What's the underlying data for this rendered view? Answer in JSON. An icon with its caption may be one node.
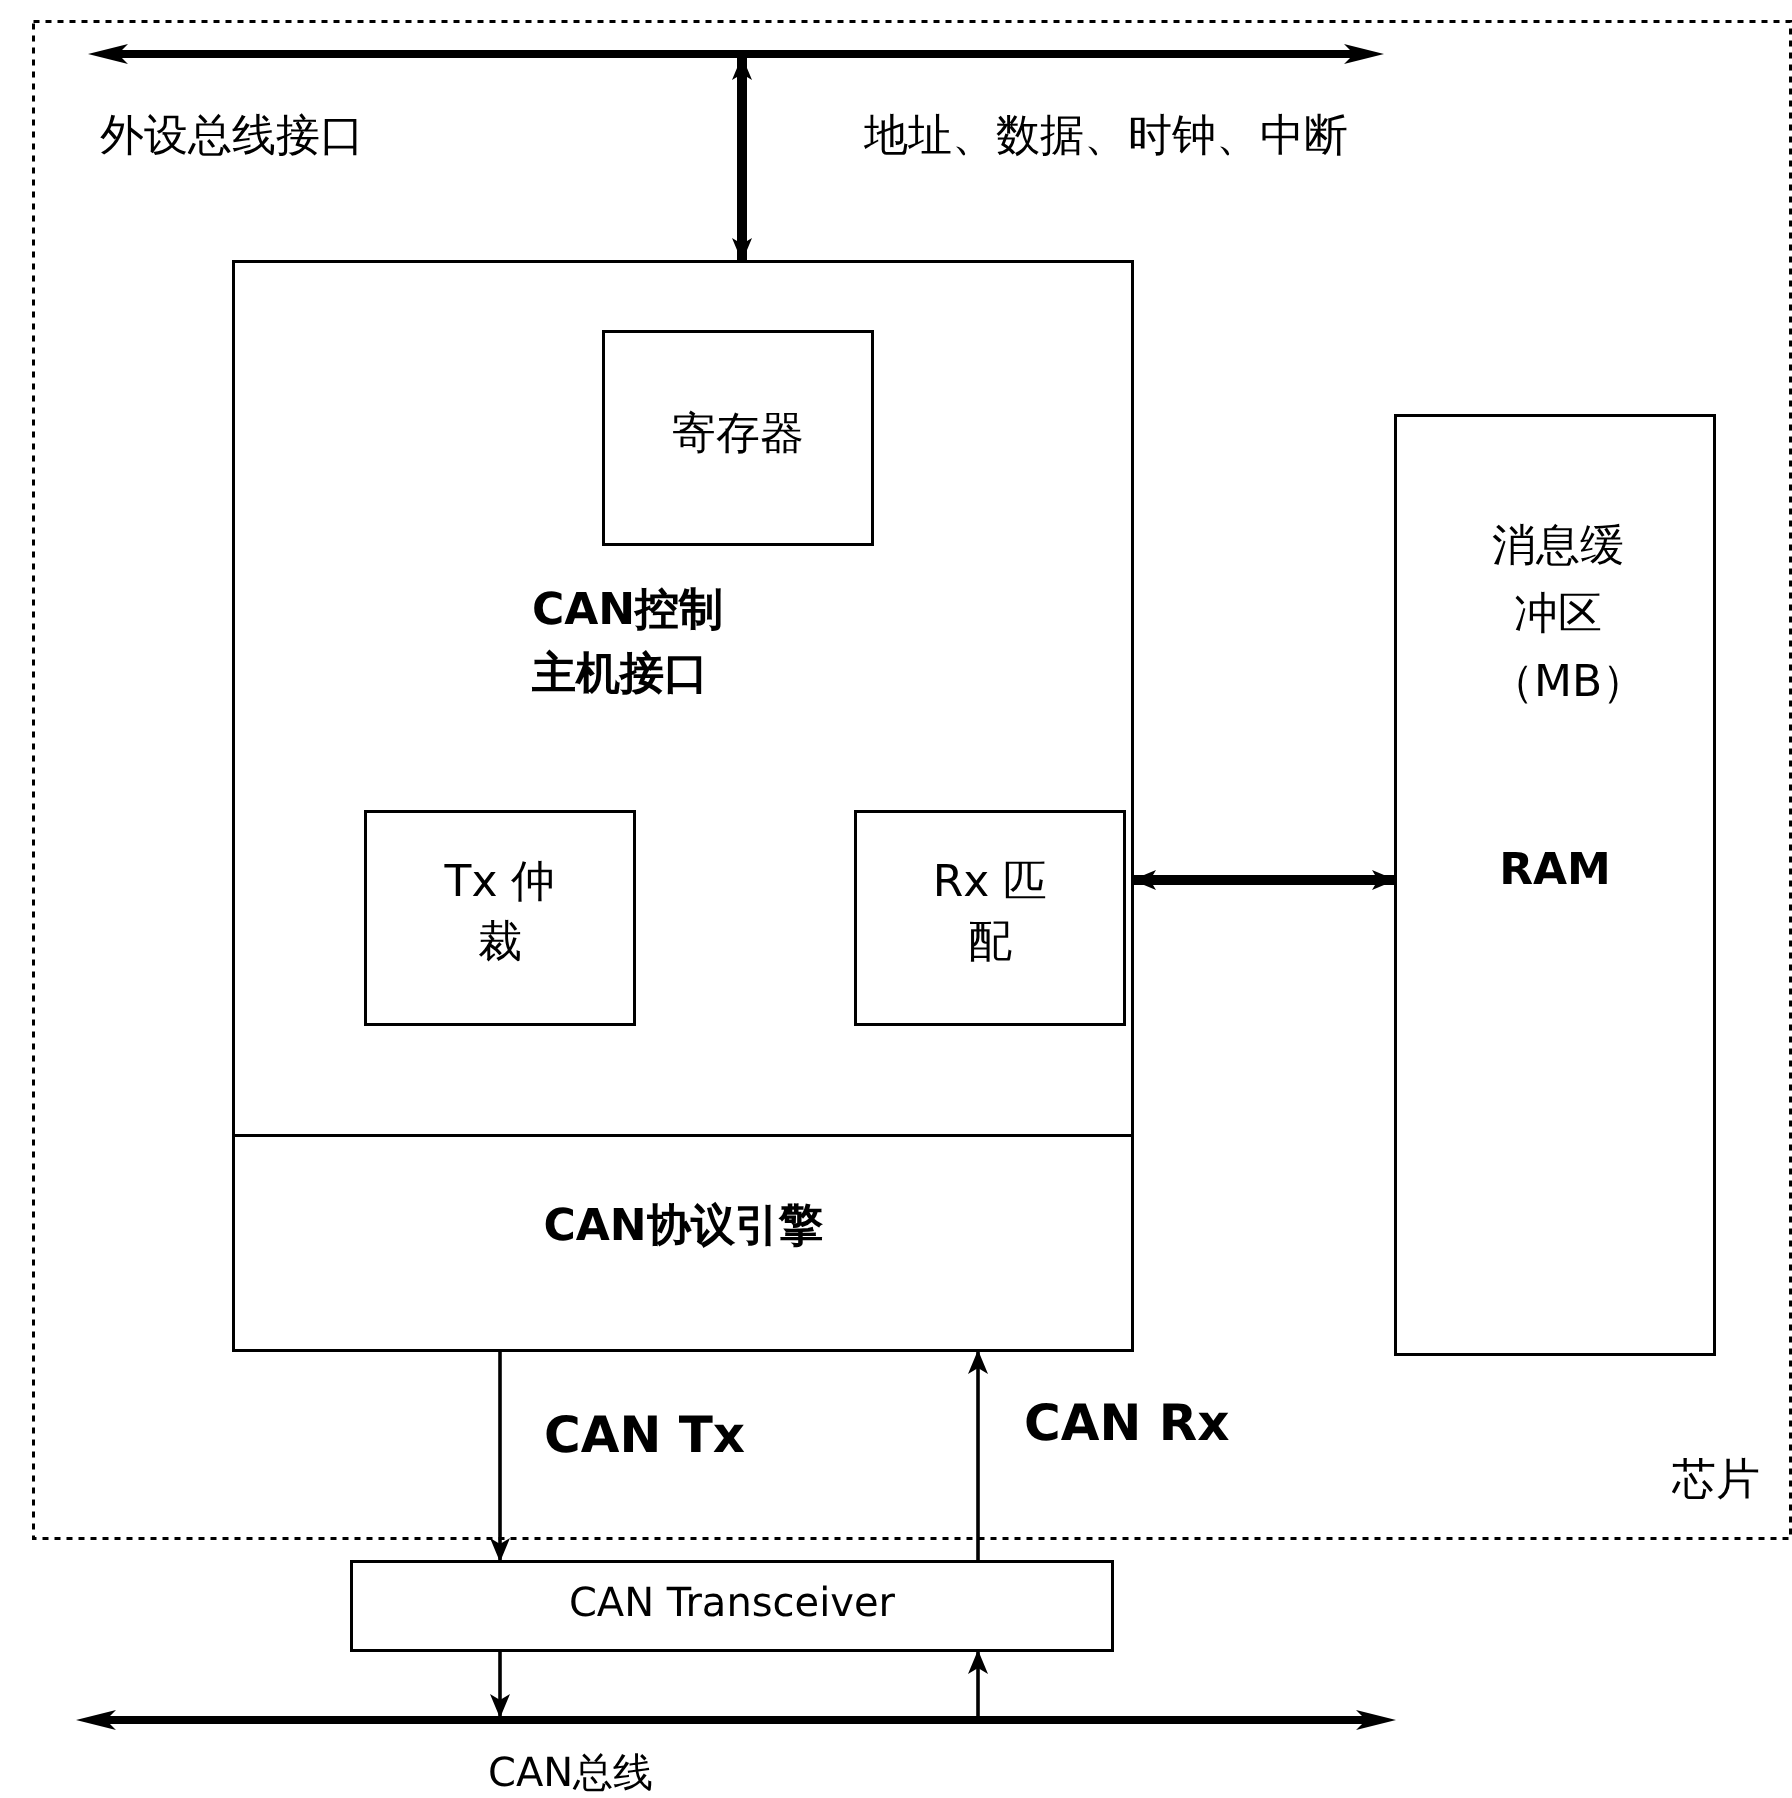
{
  "diagram": {
    "nodes": [
      {
        "text": [
          "芯片"
        ]
      },
      {
        "text": [],
        "shape": "bar",
        "in": 0,
        "beside": [
          "外设总线接口",
          "地址、数据、时钟、中断"
        ]
      },
      {
        "text": [
          "**CAN**控制主机接口"
        ],
        "in": 0
      },
      {
        "text": [
          "寄存器"
        ],
        "in": 2
      },
      {
        "text": [
          "Tx 仲裁"
        ],
        "in": 2
      },
      {
        "text": [
          "Rx 匹配"
        ],
        "in": 2
      },
      {
        "text": [
          "**CAN**协议引擎"
        ],
        "in": 2
      },
      {
        "text": [
          "消息缓冲区（MB）",
          "RAM"
        ],
        "in": 0
      },
      {
        "text": [
          "CAN Transceiver"
        ]
      },
      {
        "text": [],
        "shape": "bar",
        "beside": [
          "CAN总线"
        ]
      }
    ],
    "edges": [
      {
        "from": 1,
        "to": 2,
        "arrow": "both",
        "style": "thick"
      },
      {
        "from": 2,
        "to": 7,
        "arrow": "both",
        "style": "thick"
      },
      {
        "from": 6,
        "to": 8,
        "arrow": "to",
        "label": "CAN Tx"
      },
      {
        "from": 8,
        "to": 6,
        "arrow": "to",
        "label": "CAN Rx"
      },
      {
        "from": 8,
        "to": 9,
        "arrow": "to"
      },
      {
        "from": 9,
        "to": 8,
        "arrow": "to"
      }
    ]
  }
}
